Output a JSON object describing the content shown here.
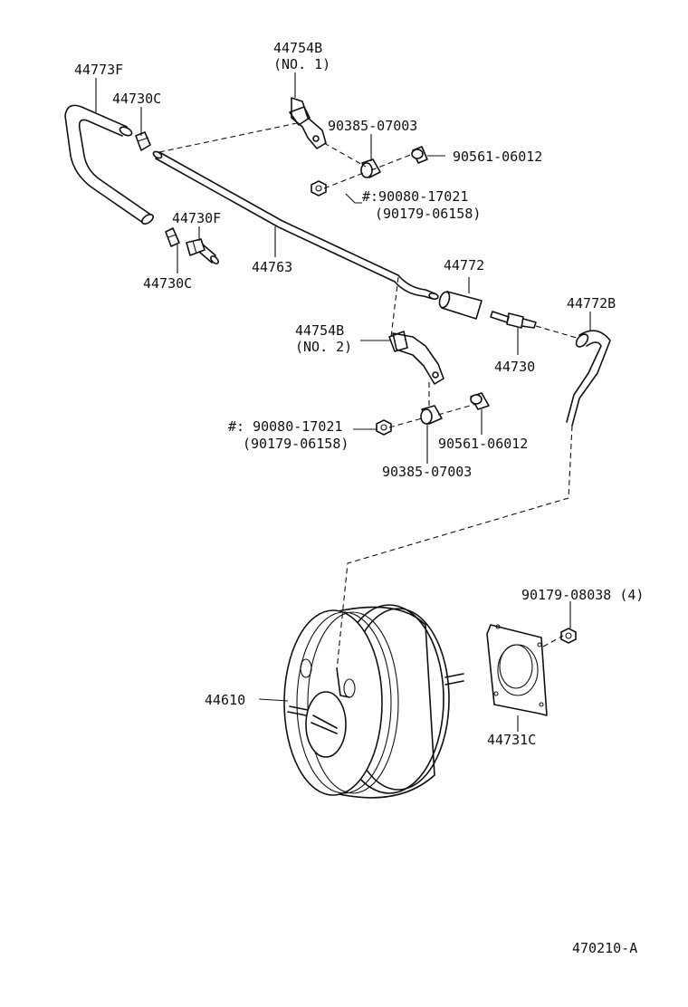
{
  "labels": {
    "p44773F": "44773F",
    "p44730C_top": "44730C",
    "p44754B_1": "44754B",
    "p44754B_1_sub": "(NO. 1)",
    "p90385_top": "90385-07003",
    "p90561_top": "90561-06012",
    "p90080_top": "#:90080-17021",
    "p90179_top": "(90179-06158)",
    "p44730F": "44730F",
    "p44730C_bottom": "44730C",
    "p44763": "44763",
    "p44772": "44772",
    "p44772B": "44772B",
    "p44730": "44730",
    "p44754B_2": "44754B",
    "p44754B_2_sub": "(NO. 2)",
    "p90080_bottom": "#: 90080-17021",
    "p90179_bottom": "(90179-06158)",
    "p90561_bottom": "90561-06012",
    "p90385_bottom": "90385-07003",
    "p90179_08038": "90179-08038 (4)",
    "p44610": "44610",
    "p44731C": "44731C",
    "figure_code": "470210-A"
  }
}
